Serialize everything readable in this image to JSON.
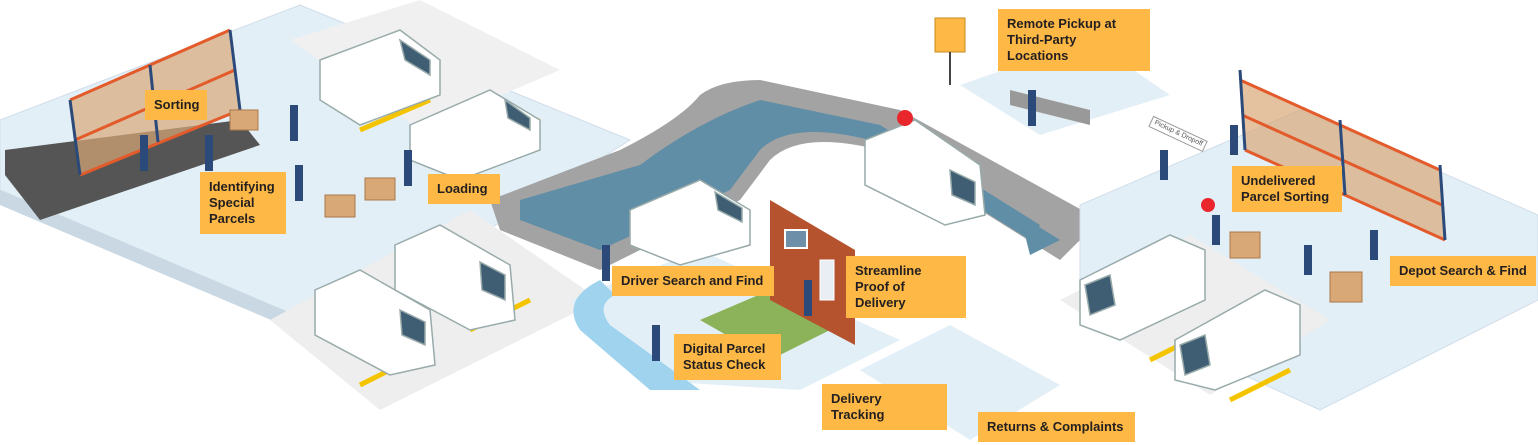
{
  "labels": {
    "sorting": "Sorting",
    "identifying": "Identifying Special Parcels",
    "loading": "Loading",
    "remote_pickup": "Remote Pickup at Third-Party Locations",
    "undelivered": "Undelivered Parcel Sorting",
    "depot_search": "Depot Search & Find",
    "driver_search": "Driver Search and Find",
    "proof_delivery": "Streamline Proof of Delivery",
    "digital_status": "Digital Parcel Status Check",
    "delivery_tracking": "Delivery Tracking",
    "returns": "Returns & Complaints"
  },
  "signs": {
    "pickup_dropoff": "Pickup & Dropoff"
  },
  "colors": {
    "label": "#fdb845",
    "platform": "#e3eff7",
    "road": "#a3a3a3",
    "road_lane": "#5f8ea6",
    "shelf": "#e35a2b"
  }
}
